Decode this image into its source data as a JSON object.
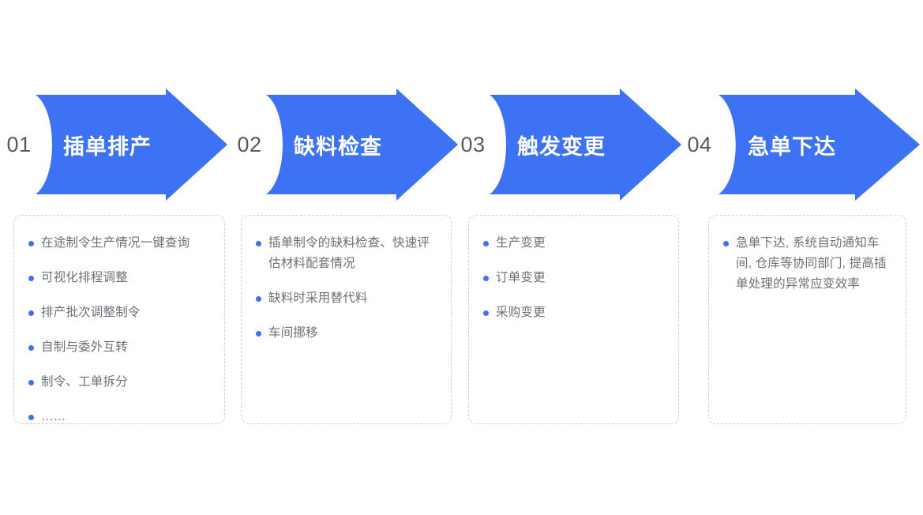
{
  "theme": {
    "arrow_blue": "#3d72f5",
    "bullet_blue": "#3d72f5",
    "number_gray": "#595959",
    "text_gray": "#6b7076",
    "card_border": "#d0d0d0",
    "background": "#ffffff"
  },
  "steps": [
    {
      "number": "01",
      "label": "插单排产",
      "bullets": [
        "在途制令生产情况一键查询",
        "可视化排程调整",
        "排产批次调整制令",
        "自制与委外互转",
        "制令、工单拆分",
        "……"
      ]
    },
    {
      "number": "02",
      "label": "缺料检查",
      "bullets": [
        "插单制令的缺料检查、快速评估材料配套情况",
        "缺料时采用替代料",
        "车间挪移"
      ]
    },
    {
      "number": "03",
      "label": "触发变更",
      "bullets": [
        "生产变更",
        "订单变更",
        "采购变更"
      ]
    },
    {
      "number": "04",
      "label": "急单下达",
      "bullets": [
        "急单下达, 系统自动通知车间, 仓库等协同部门, 提高插单处理的异常应变效率"
      ]
    }
  ]
}
